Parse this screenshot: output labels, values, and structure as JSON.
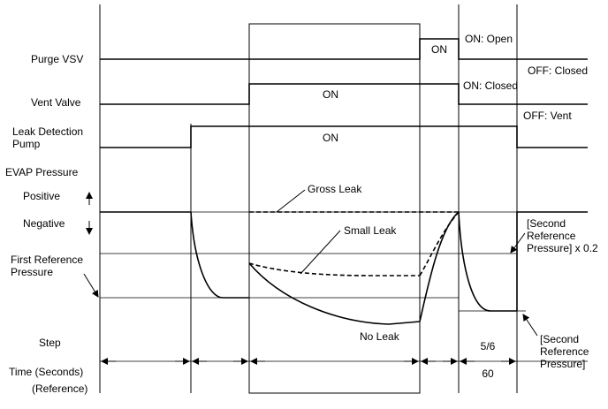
{
  "labels": {
    "purge_vsv": "Purge VSV",
    "vent_valve": "Vent Valve",
    "leak_pump_1": "Leak Detection",
    "leak_pump_2": "Pump",
    "evap_pressure": "EVAP Pressure",
    "positive": "Positive",
    "negative": "Negative",
    "first_ref_1": "First Reference",
    "first_ref_2": "Pressure",
    "step": "Step",
    "time": "Time (Seconds)",
    "reference": "(Reference)"
  },
  "states": {
    "purge_on": "ON",
    "purge_on_open": "ON: Open",
    "purge_off_closed": "OFF: Closed",
    "vent_on": "ON",
    "vent_on_closed": "ON: Closed",
    "vent_off_vent": "OFF: Vent",
    "pump_on": "ON"
  },
  "curves": {
    "gross_leak": "Gross Leak",
    "small_leak": "Small Leak",
    "no_leak": "No Leak"
  },
  "second_ref_top": [
    "[Second",
    "Reference",
    "Pressure] x 0.2"
  ],
  "second_ref_bottom": [
    "[Second",
    "Reference",
    "Pressure]"
  ],
  "step_value": "5/6",
  "time_value": "60"
}
